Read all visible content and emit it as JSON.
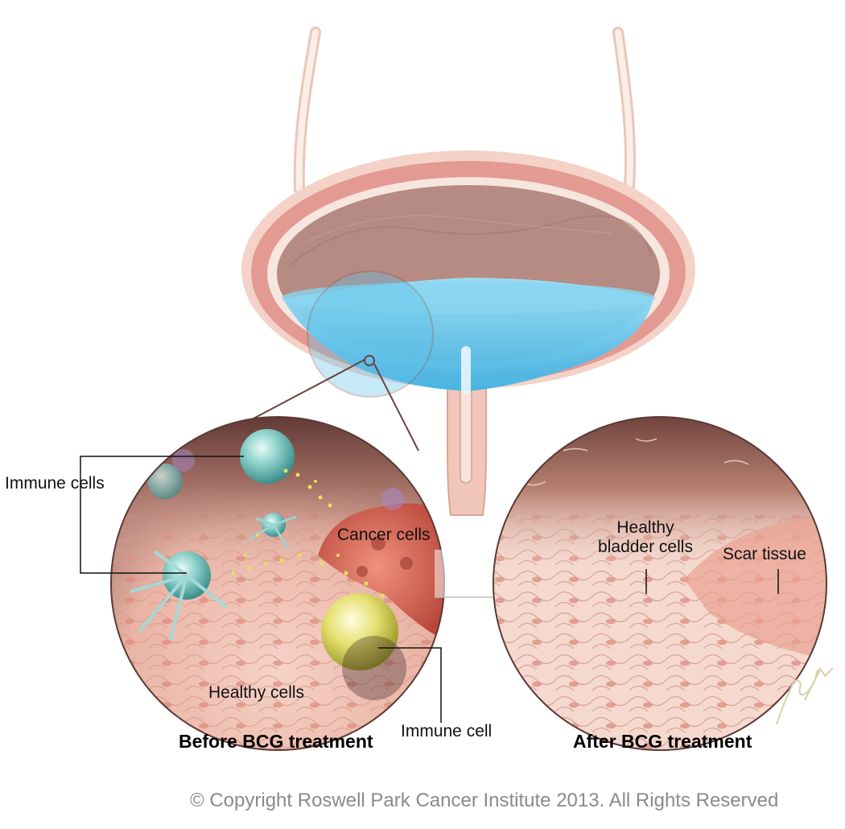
{
  "labels": {
    "immune_cells": "Immune cells",
    "cancer_cells": "Cancer cells",
    "healthy_cells": "Healthy cells",
    "immune_cell": "Immune cell",
    "healthy_bladder_cells_line1": "Healthy",
    "healthy_bladder_cells_line2": "bladder cells",
    "scar_tissue": "Scar tissue"
  },
  "captions": {
    "before": "Before BCG treatment",
    "after": "After BCG treatment"
  },
  "copyright": "© Copyright Roswell Park Cancer Institute 2013. All Rights Reserved",
  "colors": {
    "bladder_wall": "#e9a39c",
    "bladder_inner": "#b8908a",
    "fluid": "#5cc3ea",
    "tissue": "#f3c7bc",
    "cancer": "#d9614f",
    "immune_teal": "#7fc6c2",
    "immune_yellow": "#e3de6a"
  }
}
